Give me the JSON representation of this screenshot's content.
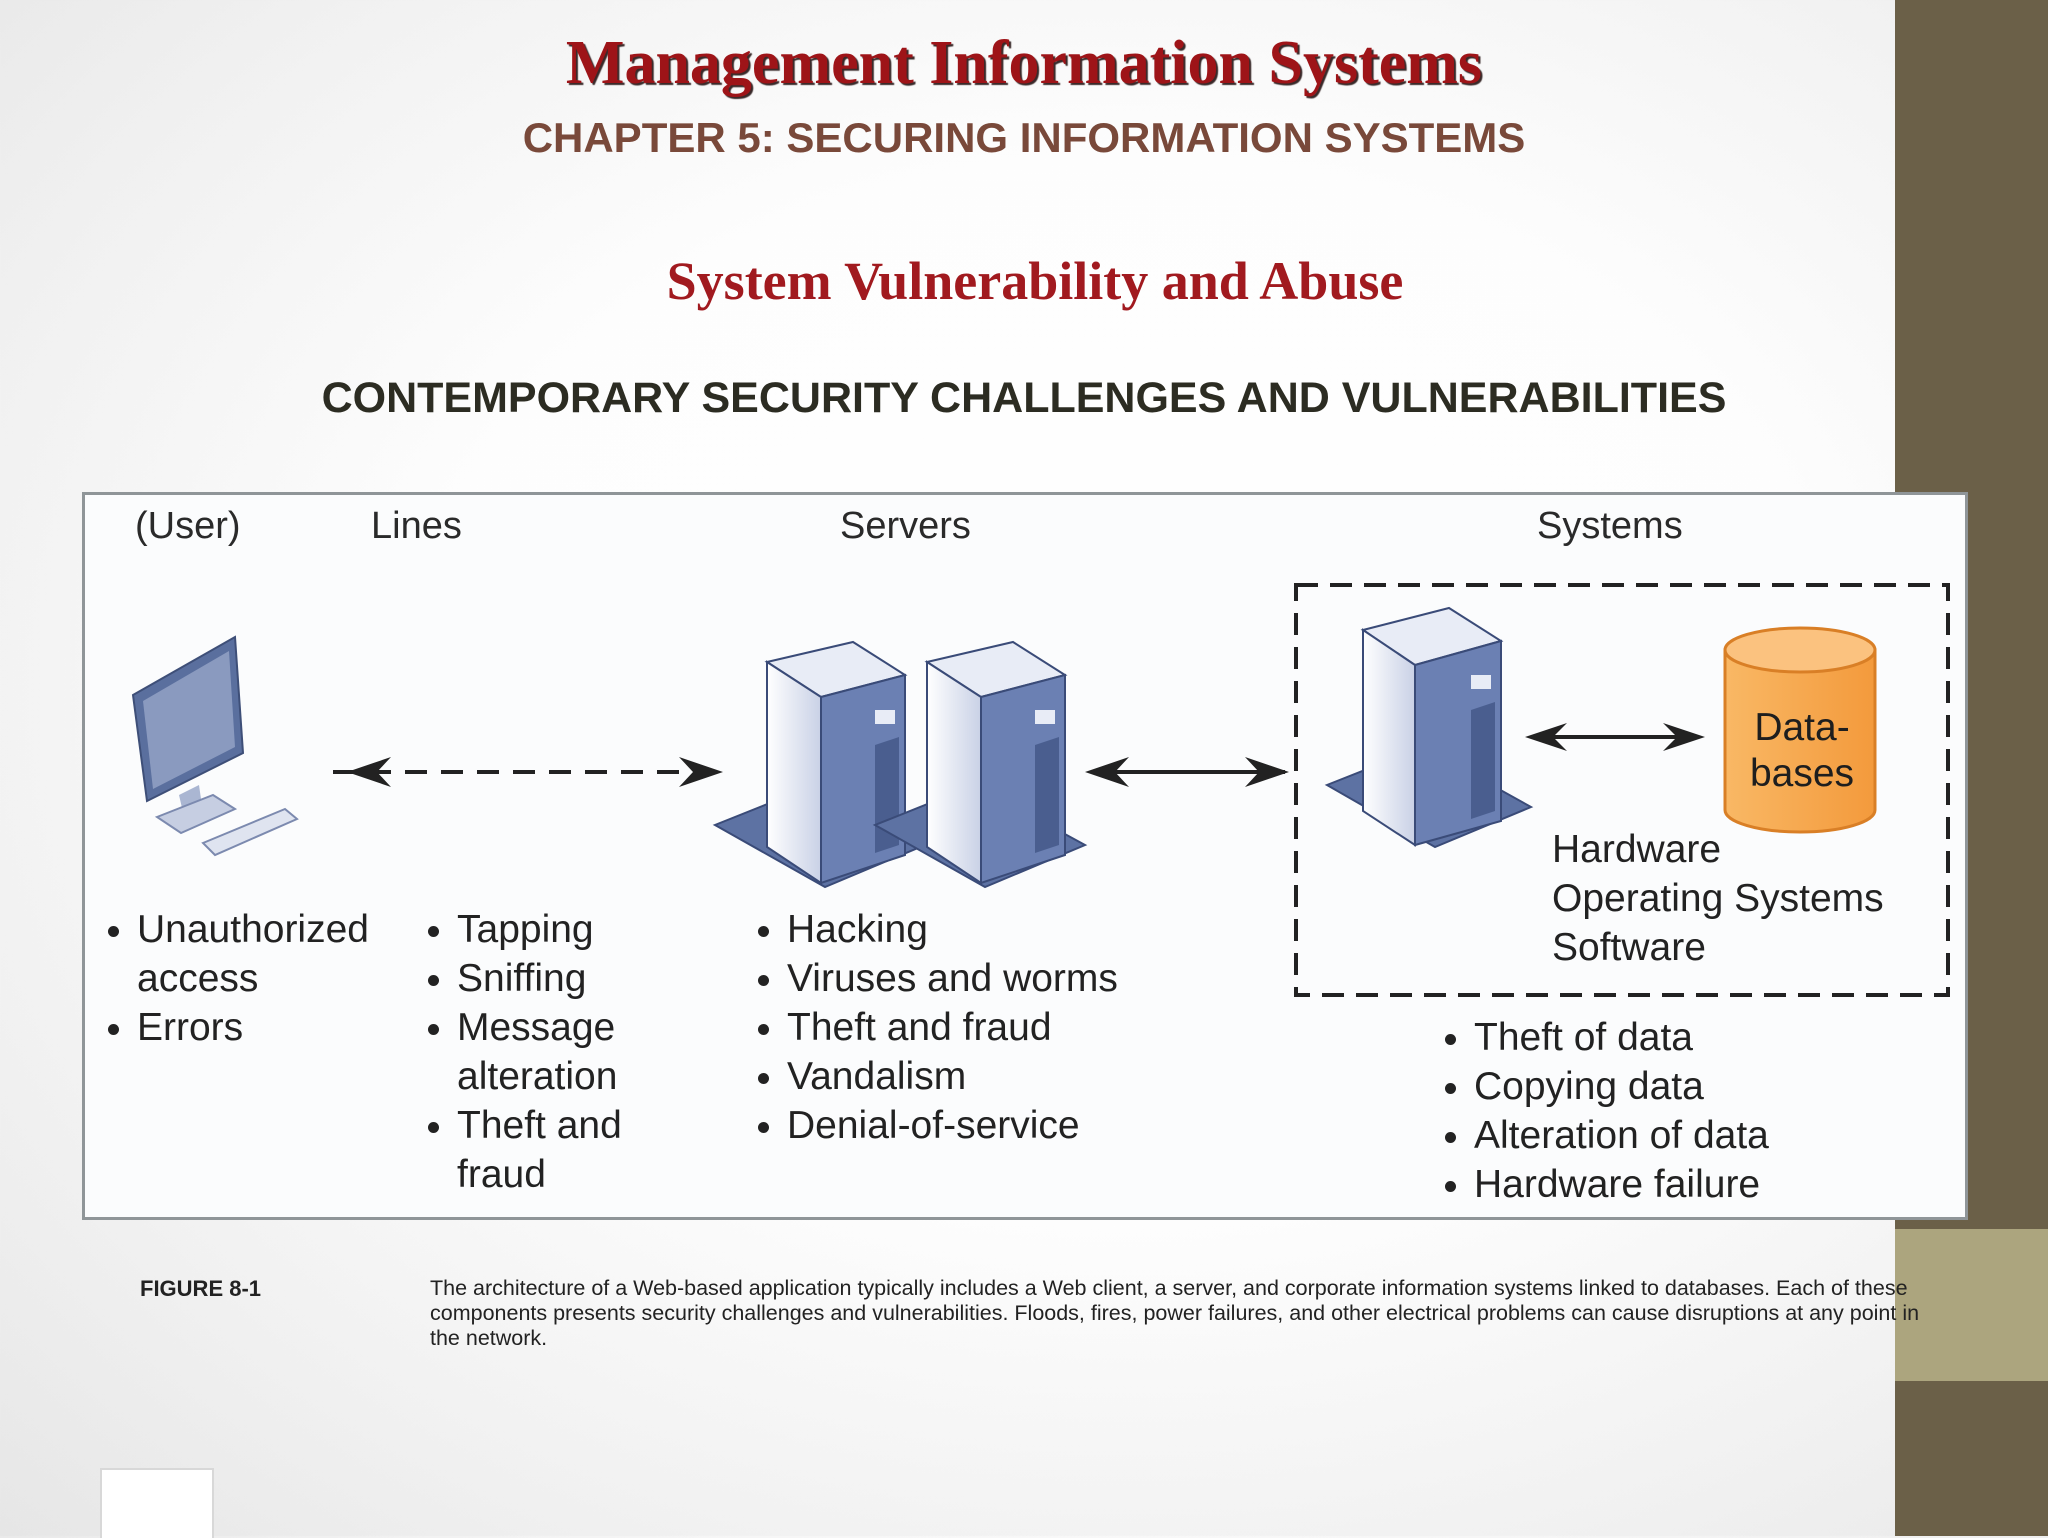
{
  "slide": {
    "title": "Management Information Systems",
    "chapter": "CHAPTER 5: SECURING INFORMATION SYSTEMS",
    "section": "System Vulnerability and Abuse",
    "subsection": "CONTEMPORARY SECURITY CHALLENGES AND VULNERABILITIES"
  },
  "diagram": {
    "column_headers": [
      "(User)",
      "Lines",
      "Servers",
      "Systems"
    ],
    "client_threats": [
      "Unauthorized access",
      "Errors"
    ],
    "lines_threats": [
      "Tapping",
      "Sniffing",
      "Message alteration",
      "Theft and fraud"
    ],
    "server_threats": [
      "Hacking",
      "Viruses and worms",
      "Theft and fraud",
      "Vandalism",
      "Denial-of-service"
    ],
    "database_label": [
      "Data-",
      "bases"
    ],
    "system_components": [
      "Hardware",
      "Operating Systems",
      "Software"
    ],
    "system_threats": [
      "Theft of data",
      "Copying data",
      "Alteration of data",
      "Hardware failure"
    ]
  },
  "caption": {
    "label": "FIGURE 8-1",
    "text": "The architecture of a Web-based application typically includes a Web client, a server, and corporate information systems linked to databases. Each of these components presents security challenges and vulnerabilities. Floods, fires, power failures, and other electrical problems can cause disruptions at any point in the network."
  },
  "colors": {
    "title": "#9e1418",
    "chapter": "#79493a",
    "section": "#a11a1f",
    "right_band": "#6b6048",
    "right_accent": "#aca57e",
    "database_fill": "#f6a44e"
  }
}
